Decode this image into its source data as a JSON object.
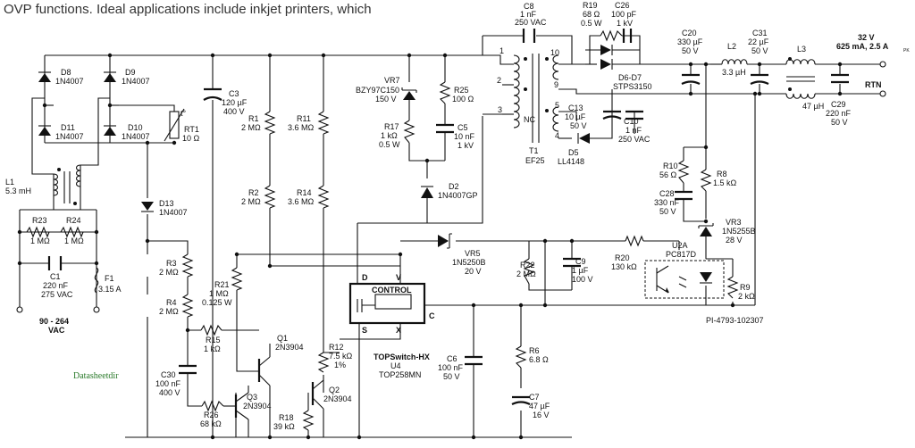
{
  "header": {
    "text": "OVP functions.  Ideal applications include inkjet printers, which"
  },
  "watermark": "Datasheetdir",
  "figure_id": "PI-4793-102307",
  "components": {
    "D8": {
      "ref": "D8",
      "value": "1N4007"
    },
    "D9": {
      "ref": "D9",
      "value": "1N4007"
    },
    "D11": {
      "ref": "D11",
      "value": "1N4007"
    },
    "D10": {
      "ref": "D10",
      "value": "1N4007"
    },
    "RT1": {
      "ref": "RT1",
      "value": "10 Ω",
      "symbol": "t°"
    },
    "C3": {
      "ref": "C3",
      "value1": "120 µF",
      "value2": "400 V"
    },
    "R1": {
      "ref": "R1",
      "value": "2 MΩ"
    },
    "R11": {
      "ref": "R11",
      "value": "3.6 MΩ"
    },
    "R2": {
      "ref": "R2",
      "value": "2 MΩ"
    },
    "R14": {
      "ref": "R14",
      "value": "3.6 MΩ"
    },
    "L1": {
      "ref": "L1",
      "value": "5.3 mH"
    },
    "R23": {
      "ref": "R23",
      "value": "1 MΩ"
    },
    "R24": {
      "ref": "R24",
      "value": "1 MΩ"
    },
    "C1": {
      "ref": "C1",
      "value1": "220 nF",
      "value2": "275 VAC"
    },
    "F1": {
      "ref": "F1",
      "value": "3.15 A"
    },
    "D13": {
      "ref": "D13",
      "value": "1N4007"
    },
    "R3": {
      "ref": "R3",
      "value": "2 MΩ"
    },
    "R4": {
      "ref": "R4",
      "value": "2 MΩ"
    },
    "R21": {
      "ref": "R21",
      "value1": "1 MΩ",
      "value2": "0.125 W"
    },
    "R15": {
      "ref": "R15",
      "value": "1 kΩ"
    },
    "C30": {
      "ref": "C30",
      "value1": "100 nF",
      "value2": "400 V"
    },
    "R26": {
      "ref": "R26",
      "value": "68 kΩ"
    },
    "Q3": {
      "ref": "Q3",
      "value": "2N3904"
    },
    "Q1": {
      "ref": "Q1",
      "value": "2N3904"
    },
    "R18": {
      "ref": "R18",
      "value": "39 kΩ"
    },
    "Q2": {
      "ref": "Q2",
      "value": "2N3904"
    },
    "R12": {
      "ref": "R12",
      "value1": "7.5 kΩ",
      "value2": "1%"
    },
    "VR7": {
      "ref": "VR7",
      "value1": "BZY97C150",
      "value2": "150 V"
    },
    "R17": {
      "ref": "R17",
      "value1": "1 kΩ",
      "value2": "0.5 W"
    },
    "R25": {
      "ref": "R25",
      "value": "100 Ω"
    },
    "C5": {
      "ref": "C5",
      "value1": "10 nF",
      "value2": "1 kV"
    },
    "D2": {
      "ref": "D2",
      "value": "1N4007GP"
    },
    "C8": {
      "ref": "C8",
      "value1": "1 nF",
      "value2": "250 VAC"
    },
    "T1": {
      "ref": "T1",
      "value": "EF25",
      "pins": [
        "1",
        "2",
        "3",
        "NC",
        "5",
        "4",
        "10",
        "9"
      ]
    },
    "R19": {
      "ref": "R19",
      "value1": "68 Ω",
      "value2": "0.5 W"
    },
    "C26": {
      "ref": "C26",
      "value1": "100 pF",
      "value2": "1 kV"
    },
    "D6D7": {
      "ref": "D6-D7",
      "value": "STPS3150"
    },
    "C13": {
      "ref": "C13",
      "value1": "10 µF",
      "value2": "50 V"
    },
    "C10": {
      "ref": "C10",
      "value1": "1 nF",
      "value2": "250 VAC"
    },
    "D5": {
      "ref": "D5",
      "value": "LL4148"
    },
    "C20": {
      "ref": "C20",
      "value1": "330 µF",
      "value2": "50 V"
    },
    "L2": {
      "ref": "L2",
      "value": "3.3 µH"
    },
    "C31": {
      "ref": "C31",
      "value1": "22 µF",
      "value2": "50 V"
    },
    "L3": {
      "ref": "L3",
      "value": "47 µH"
    },
    "C29": {
      "ref": "C29",
      "value1": "220 nF",
      "value2": "50 V"
    },
    "R10": {
      "ref": "R10",
      "value": "56 Ω"
    },
    "C28": {
      "ref": "C28",
      "value1": "330 nF",
      "value2": "50 V"
    },
    "R8": {
      "ref": "R8",
      "value": "1.5 kΩ"
    },
    "VR3": {
      "ref": "VR3",
      "value1": "1N5255B",
      "value2": "28 V"
    },
    "U2A": {
      "ref": "U2A",
      "value": "PC817D"
    },
    "R9": {
      "ref": "R9",
      "value": "2 kΩ"
    },
    "VR5": {
      "ref": "VR5",
      "value1": "1N5250B",
      "value2": "20 V"
    },
    "R22": {
      "ref": "R22",
      "value": "2 MΩ"
    },
    "C9": {
      "ref": "C9",
      "value1": "1 µF",
      "value2": "100 V"
    },
    "R20": {
      "ref": "R20",
      "value": "130 kΩ"
    },
    "U4": {
      "ref": "U4",
      "name": "TOPSwitch-HX",
      "value": "TOP258MN",
      "control": "CONTROL",
      "pins": {
        "D": "D",
        "V": "V",
        "S": "S",
        "X": "X",
        "C": "C"
      }
    },
    "C6": {
      "ref": "C6",
      "value1": "100 nF",
      "value2": "50 V"
    },
    "R6": {
      "ref": "R6",
      "value": "6.8 Ω"
    },
    "C7": {
      "ref": "C7",
      "value1": "47 µF",
      "value2": "16 V"
    }
  },
  "io": {
    "input_line1": "90 - 264",
    "input_line2": "VAC",
    "output_line1": "32 V",
    "output_line2": "625 mA, 2.5 A",
    "output_sub": "PK",
    "rtn": "RTN"
  }
}
